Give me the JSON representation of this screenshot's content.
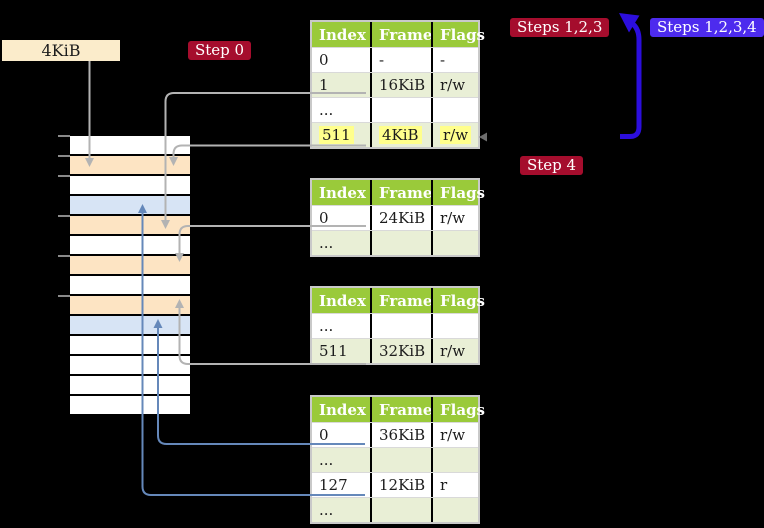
{
  "page_size_label": "4KiB",
  "badges": {
    "step0": "Step 0",
    "steps123": "Steps 1,2,3",
    "steps1234": "Steps 1,2,3,4",
    "step4": "Step 4"
  },
  "tables": [
    {
      "headers": [
        "Index",
        "Frame",
        "Flags"
      ],
      "rows": [
        {
          "cells": [
            "0",
            "-",
            "-"
          ]
        },
        {
          "cells": [
            "1",
            "16KiB",
            "r/w"
          ]
        },
        {
          "cells": [
            "...",
            "",
            ""
          ]
        },
        {
          "cells": [
            "511",
            "4KiB",
            "r/w"
          ],
          "highlighted": true
        }
      ]
    },
    {
      "headers": [
        "Index",
        "Frame",
        "Flags"
      ],
      "rows": [
        {
          "cells": [
            "0",
            "24KiB",
            "r/w"
          ]
        },
        {
          "cells": [
            "...",
            "",
            ""
          ]
        }
      ]
    },
    {
      "headers": [
        "Index",
        "Frame",
        "Flags"
      ],
      "rows": [
        {
          "cells": [
            "...",
            "",
            ""
          ]
        },
        {
          "cells": [
            "511",
            "32KiB",
            "r/w"
          ]
        }
      ]
    },
    {
      "headers": [
        "Index",
        "Frame",
        "Flags"
      ],
      "rows": [
        {
          "cells": [
            "0",
            "36KiB",
            "r/w"
          ]
        },
        {
          "cells": [
            "...",
            "",
            ""
          ]
        },
        {
          "cells": [
            "127",
            "12KiB",
            "r"
          ]
        },
        {
          "cells": [
            "...",
            "",
            ""
          ]
        }
      ]
    }
  ],
  "memory": {
    "rows": [
      "free",
      "pagetable",
      "free",
      "mappedpage",
      "pagetable",
      "free",
      "pagetable",
      "free",
      "pagetable",
      "mappedpage",
      "free",
      "free",
      "free",
      "free"
    ]
  },
  "colors": {
    "accent_red": "#a50d2d",
    "accent_blue": "#4d2bee",
    "arrow_blue": "#2c0edd",
    "header_green": "#9aca3a",
    "row_green": "#e9efd6",
    "highlight_yellow": "#ffff8c",
    "pagetable_peach": "#fde4c3",
    "mappedpage_blue": "#d7e4f5",
    "label_cream": "#fbeccb",
    "connector_gray": "#b3b3b3",
    "connector_steelblue": "#6588ba"
  }
}
